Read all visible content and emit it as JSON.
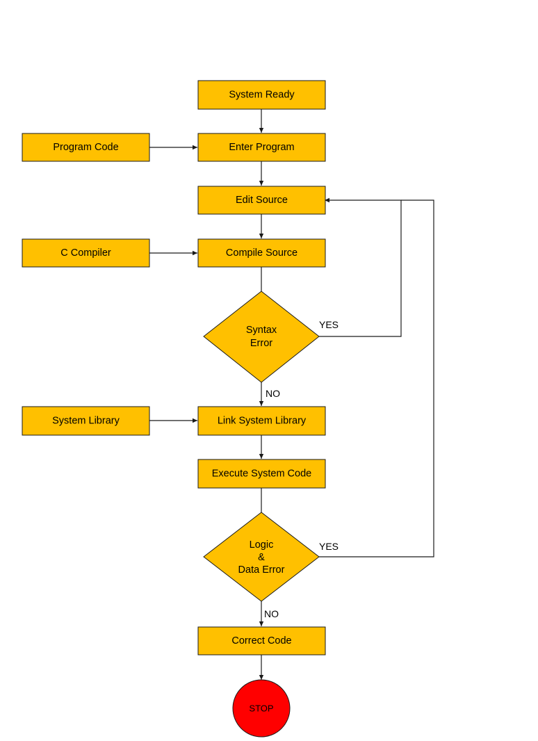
{
  "colors": {
    "box_fill": "#FFC000",
    "stroke": "#1a1a1a",
    "stop_fill": "#FF0000",
    "background": "#FFFFFF"
  },
  "nodes": {
    "system_ready": "System Ready",
    "program_code": "Program Code",
    "enter_program": "Enter Program",
    "edit_source": "Edit Source",
    "c_compiler": "C Compiler",
    "compile_source": "Compile Source",
    "syntax_error": [
      "Syntax",
      "Error"
    ],
    "system_library": "System Library",
    "link_system_library": "Link System Library",
    "execute_system_code": "Execute System Code",
    "logic_data_error": [
      "Logic",
      "&",
      "Data Error"
    ],
    "correct_code": "Correct Code",
    "stop": "STOP"
  },
  "edge_labels": {
    "syntax_yes": "YES",
    "syntax_no": "NO",
    "logic_yes": "YES",
    "logic_no": "NO"
  }
}
